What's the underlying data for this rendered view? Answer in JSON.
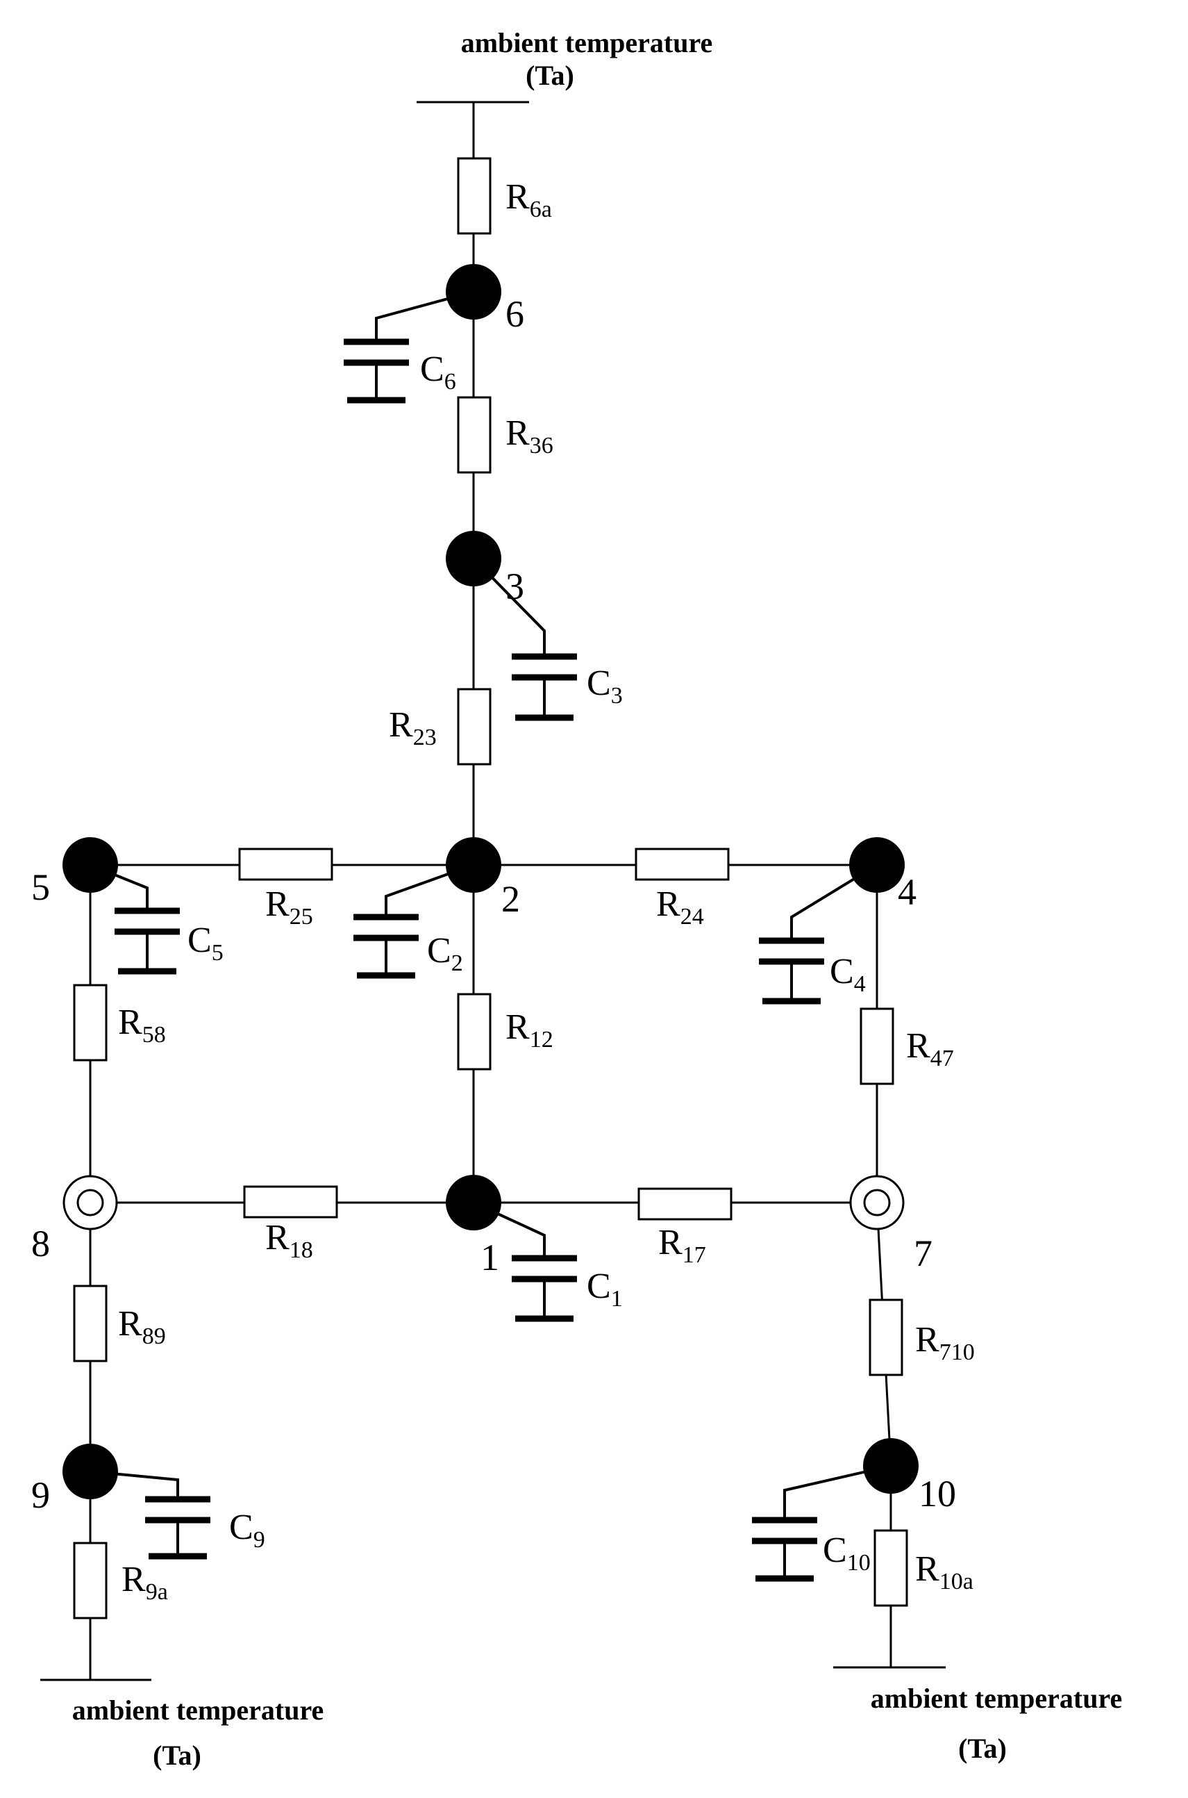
{
  "diagram": {
    "ambient_top": {
      "line1": "ambient temperature",
      "line2": "(Ta)"
    },
    "ambient_bottom_left": {
      "line1": "ambient temperature",
      "line2": "(Ta)"
    },
    "ambient_bottom_right": {
      "line1": "ambient temperature",
      "line2": "(Ta)"
    },
    "nodes": [
      {
        "id": "1",
        "label": "1",
        "kind": "solid"
      },
      {
        "id": "2",
        "label": "2",
        "kind": "solid"
      },
      {
        "id": "3",
        "label": "3",
        "kind": "solid"
      },
      {
        "id": "4",
        "label": "4",
        "kind": "solid"
      },
      {
        "id": "5",
        "label": "5",
        "kind": "solid"
      },
      {
        "id": "6",
        "label": "6",
        "kind": "solid"
      },
      {
        "id": "7",
        "label": "7",
        "kind": "ring"
      },
      {
        "id": "8",
        "label": "8",
        "kind": "ring"
      },
      {
        "id": "9",
        "label": "9",
        "kind": "solid"
      },
      {
        "id": "10",
        "label": "10",
        "kind": "solid"
      }
    ],
    "resistors": [
      {
        "id": "R6a",
        "main": "R",
        "sub": "6a",
        "from": "6",
        "to": "Ta"
      },
      {
        "id": "R36",
        "main": "R",
        "sub": "36",
        "from": "3",
        "to": "6"
      },
      {
        "id": "R23",
        "main": "R",
        "sub": "23",
        "from": "2",
        "to": "3"
      },
      {
        "id": "R25",
        "main": "R",
        "sub": "25",
        "from": "5",
        "to": "2"
      },
      {
        "id": "R24",
        "main": "R",
        "sub": "24",
        "from": "2",
        "to": "4"
      },
      {
        "id": "R58",
        "main": "R",
        "sub": "58",
        "from": "5",
        "to": "8"
      },
      {
        "id": "R12",
        "main": "R",
        "sub": "12",
        "from": "1",
        "to": "2"
      },
      {
        "id": "R47",
        "main": "R",
        "sub": "47",
        "from": "4",
        "to": "7"
      },
      {
        "id": "R18",
        "main": "R",
        "sub": "18",
        "from": "8",
        "to": "1"
      },
      {
        "id": "R17",
        "main": "R",
        "sub": "17",
        "from": "1",
        "to": "7"
      },
      {
        "id": "R89",
        "main": "R",
        "sub": "89",
        "from": "8",
        "to": "9"
      },
      {
        "id": "R710",
        "main": "R",
        "sub": "710",
        "from": "7",
        "to": "10"
      },
      {
        "id": "R9a",
        "main": "R",
        "sub": "9a",
        "from": "9",
        "to": "Ta"
      },
      {
        "id": "R10a",
        "main": "R",
        "sub": "10a",
        "from": "10",
        "to": "Ta"
      }
    ],
    "capacitors": [
      {
        "id": "C6",
        "main": "C",
        "sub": "6",
        "node": "6"
      },
      {
        "id": "C3",
        "main": "C",
        "sub": "3",
        "node": "3"
      },
      {
        "id": "C5",
        "main": "C",
        "sub": "5",
        "node": "5"
      },
      {
        "id": "C2",
        "main": "C",
        "sub": "2",
        "node": "2"
      },
      {
        "id": "C4",
        "main": "C",
        "sub": "4",
        "node": "4"
      },
      {
        "id": "C1",
        "main": "C",
        "sub": "1",
        "node": "1"
      },
      {
        "id": "C9",
        "main": "C",
        "sub": "9",
        "node": "9"
      },
      {
        "id": "C10",
        "main": "C",
        "sub": "10",
        "node": "10"
      }
    ]
  }
}
